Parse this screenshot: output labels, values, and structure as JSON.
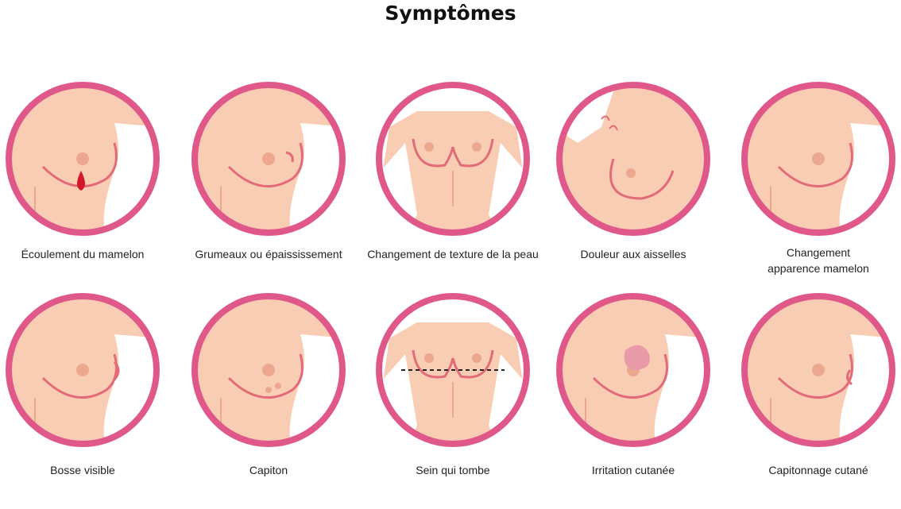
{
  "title": "Symptômes",
  "colors": {
    "ring": "#e0578a",
    "skin": "#f8cdb3",
    "shade": "#eba88f",
    "line": "#e36a78",
    "drop": "#d4172b"
  },
  "items": [
    {
      "label": "Écoulement du mamelon"
    },
    {
      "label": "Grumeaux ou épaississement"
    },
    {
      "label": "Changement de texture de la peau"
    },
    {
      "label": "Douleur aux aisselles"
    },
    {
      "label": "Changement apparence mamelon"
    },
    {
      "label": "Bosse visible"
    },
    {
      "label": "Capiton"
    },
    {
      "label": "Sein qui tombe"
    },
    {
      "label": "Irritation cutanée"
    },
    {
      "label": "Capitonnage cutané"
    }
  ]
}
